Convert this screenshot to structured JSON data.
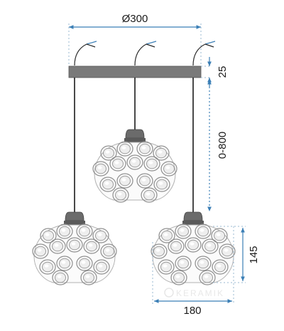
{
  "diagram": {
    "dimensions": {
      "canopy_width": "Ø300",
      "canopy_height": "25",
      "cable_length": "0-800",
      "shade_height": "145",
      "shade_width": "180"
    },
    "watermark": "KERAMIK",
    "colors": {
      "dimension_line": "#3b7fb6",
      "canopy": "#7a7a7a",
      "cable": "#1a1a1a",
      "shade_outline": "#9a9a9a",
      "socket": "#6b6b6b"
    }
  }
}
